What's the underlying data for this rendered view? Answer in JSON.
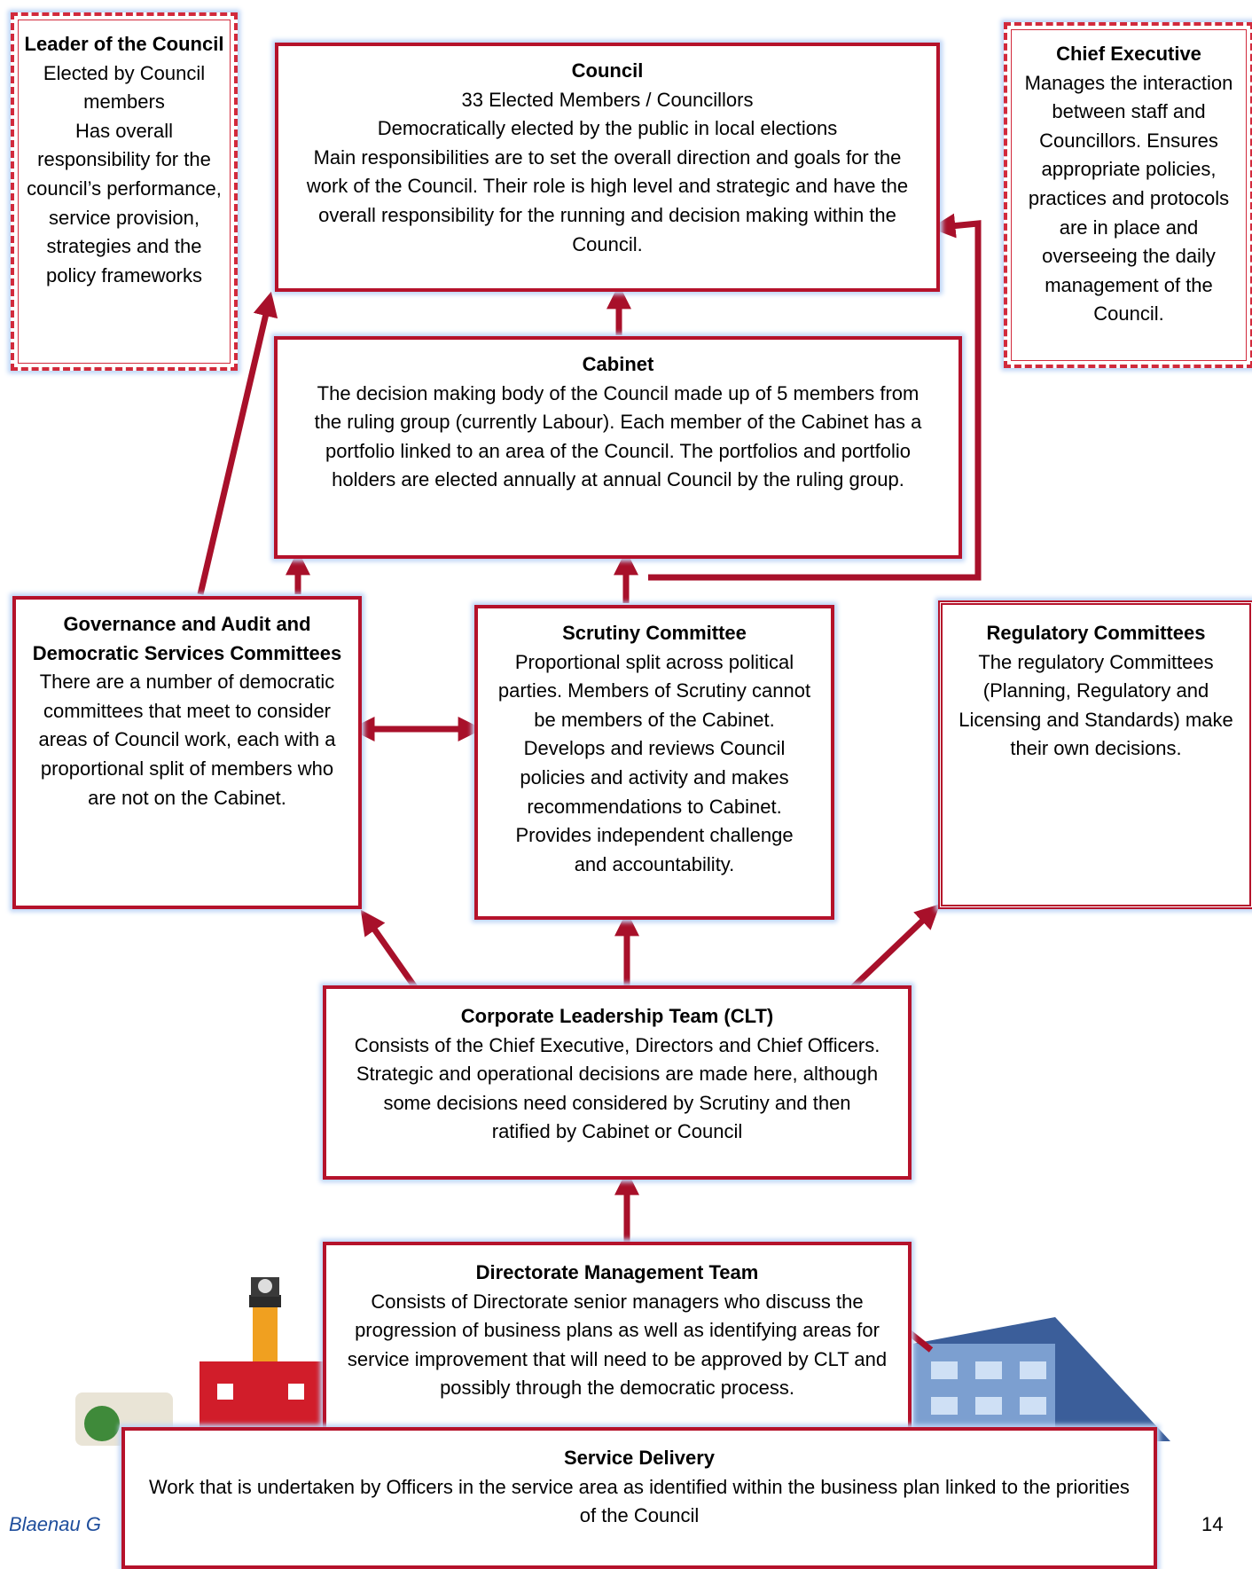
{
  "boxes": {
    "leader": {
      "title": "Leader of the Council",
      "lines": [
        "Elected by Council members",
        "Has overall responsibility for the  council’s performance, service provision, strategies and the policy frameworks"
      ]
    },
    "council": {
      "title": "Council",
      "lines": [
        "33 Elected Members / Councillors",
        "Democratically elected by the public in local elections",
        "Main responsibilities are to set the overall direction and goals for the work of the Council.  Their role is high level and strategic and have the overall responsibility for the running and decision making within the Council."
      ]
    },
    "chief": {
      "title": "Chief Executive",
      "lines": [
        "Manages the interaction between staff and Councillors.  Ensures appropriate policies, practices and protocols are in place and overseeing the daily management of the Council."
      ]
    },
    "cabinet": {
      "title": "Cabinet",
      "lines": [
        "The decision making body of the Council made up of 5 members from the ruling group (currently Labour).  Each member of the Cabinet has a portfolio linked to an area of the Council.  The portfolios and portfolio holders are elected annually at annual Council by the ruling group."
      ]
    },
    "governance": {
      "title": "Governance and Audit and Democratic Services Committees",
      "lines": [
        "There are a number of democratic committees that meet to consider areas of Council work, each with a proportional split of members who are not on the Cabinet."
      ]
    },
    "scrutiny": {
      "title": "Scrutiny Committee",
      "lines": [
        "Proportional split across political parties.  Members of Scrutiny cannot be members of the Cabinet.",
        "Develops and reviews Council policies and activity and makes recommendations to Cabinet.",
        "Provides independent challenge and accountability."
      ]
    },
    "regulatory": {
      "title": "Regulatory Committees",
      "lines": [
        "The regulatory Committees (Planning, Regulatory and Licensing and Standards) make their own decisions."
      ]
    },
    "clt": {
      "title": "Corporate Leadership Team (CLT)",
      "lines": [
        "Consists of the Chief Executive, Directors and Chief Officers.  Strategic and operational decisions are made here, although some decisions need considered by Scrutiny and then ratified by Cabinet or Council"
      ]
    },
    "dmt": {
      "title": "Directorate Management Team",
      "lines": [
        "Consists of Directorate senior managers who discuss the progression of business plans as well as identifying areas for service improvement that will need to be approved by CLT and possibly through the democratic process."
      ]
    },
    "service": {
      "title": "Service Delivery",
      "lines": [
        "Work that is undertaken by Officers in the service area as identified within the business plan linked to the priorities of the Council"
      ]
    }
  },
  "footer": {
    "left": "Blaenau G",
    "page": "14"
  },
  "colors": {
    "border": "#b5122b",
    "arrow": "#a8102a",
    "glow": "#bcd3f5",
    "footer": "#1f4e9c"
  }
}
